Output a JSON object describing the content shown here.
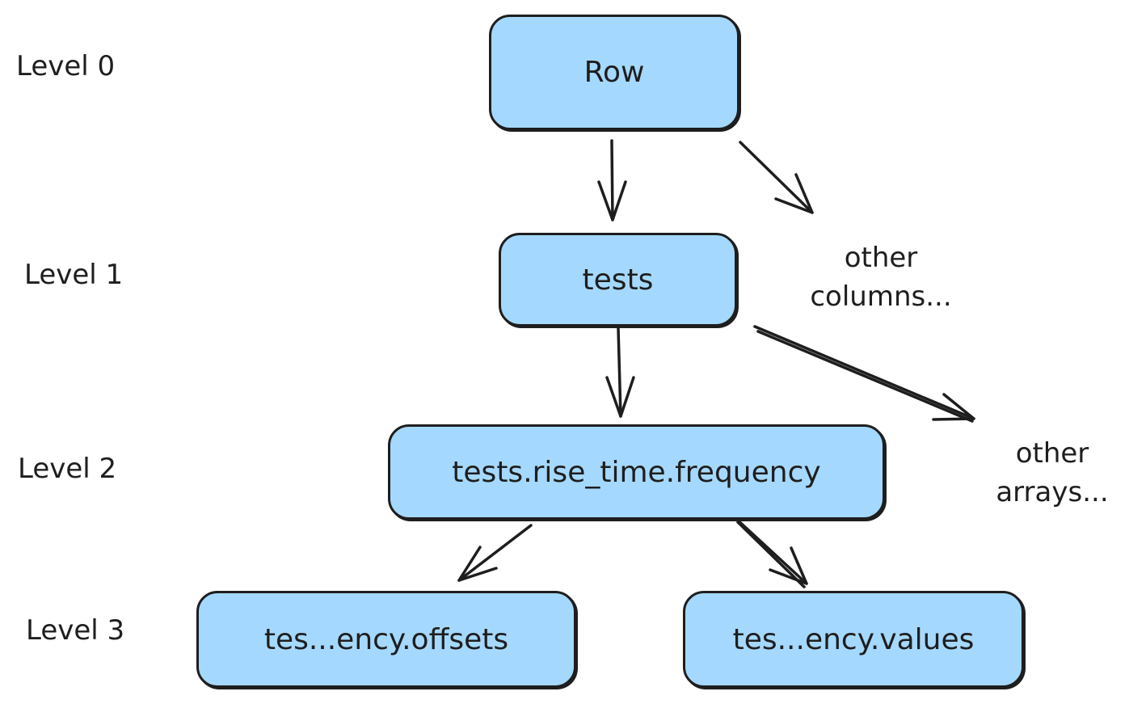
{
  "colors": {
    "node_fill": "#a5d8ff",
    "stroke": "#1e1e1e",
    "background": "#ffffff"
  },
  "levels": [
    {
      "label": "Level 0"
    },
    {
      "label": "Level 1"
    },
    {
      "label": "Level 2"
    },
    {
      "label": "Level 3"
    }
  ],
  "nodes": {
    "row": "Row",
    "tests": "tests",
    "frequency": "tests.rise_time.frequency",
    "offsets": "tes...ency.offsets",
    "values": "tes...ency.values"
  },
  "notes": {
    "other_columns": [
      "other",
      "columns..."
    ],
    "other_arrays": [
      "other",
      "arrays..."
    ]
  }
}
